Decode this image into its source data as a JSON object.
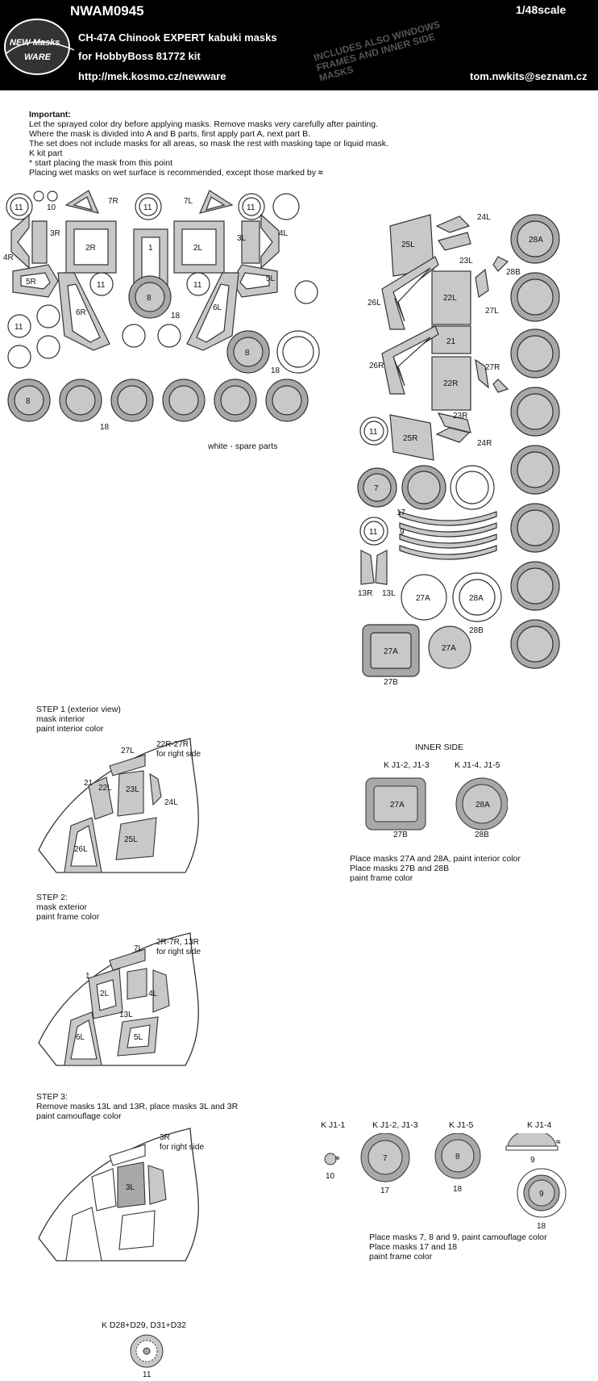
{
  "header": {
    "code": "NWAM0945",
    "scale": "1/48scale",
    "title": "CH-47A Chinook EXPERT kabuki masks",
    "kit": "for HobbyBoss 81772 kit",
    "url": "http://mek.kosmo.cz/newware",
    "email": "tom.nwkits@seznam.cz",
    "logo_line1": "NEW Masks",
    "logo_line2": "WARE",
    "stamp": [
      "INCLUDES ALSO WINDOWS",
      "FRAMES AND INNER SIDE",
      "MASKS"
    ]
  },
  "important": {
    "heading": "Important:",
    "lines": [
      "Let the sprayed color dry before applying masks. Remove masks very carefully after painting.",
      "Where the mask is divided into A and B parts, first apply part A, next part B.",
      "The set does not include masks for all areas, so mask the rest with masking tape or liquid mask.",
      "K kit part",
      "* start placing the mask from this point",
      "Placing wet masks on wet surface is recommended, except those marked by"
    ]
  },
  "spare_caption": "white - spare parts",
  "sheet_labels": {
    "l11a": "11",
    "l10": "10",
    "l7R": "7R",
    "l7L": "7L",
    "l11b": "11",
    "l11c": "11",
    "l3R": "3R",
    "l4R": "4R",
    "l2R": "2R",
    "l1": "1",
    "l2L": "2L",
    "l3L": "3L",
    "l4L": "4L",
    "l5R": "5R",
    "l11d": "11",
    "l8": "8",
    "l11e": "11",
    "l5L": "5L",
    "l11f": "11",
    "l6R": "6R",
    "l18a": "18",
    "l6L": "6L",
    "l8b": "8",
    "l18b": "18",
    "l8c": "8",
    "l18c": "18",
    "r25L": "25L",
    "r24L": "24L",
    "r28A": "28A",
    "r23L": "23L",
    "r28B": "28B",
    "r26L": "26L",
    "r22L": "22L",
    "r27L": "27L",
    "r21": "21",
    "r26R": "26R",
    "r22R": "22R",
    "r27R": "27R",
    "r23R": "23R",
    "r11": "11",
    "r25R": "25R",
    "r24R": "24R",
    "r7": "7",
    "r17": "17",
    "r11b": "11",
    "r9": "9",
    "r13R": "13R",
    "r13L": "13L",
    "r27A": "27A",
    "r28Ab": "28A",
    "r28Bb": "28B",
    "r27Ab": "27A",
    "r27B": "27B",
    "r27Ac": "27A"
  },
  "step1": {
    "title": "STEP 1 (exterior view)",
    "line1": "mask interior",
    "line2": "paint interior color",
    "labels": {
      "a": "27L",
      "b": "22R-27R",
      "c": "for right side",
      "d": "21",
      "e": "22L",
      "f": "23L",
      "g": "24L",
      "h": "25L",
      "i": "26L"
    }
  },
  "step2": {
    "title": "STEP 2:",
    "line1": "mask exterior",
    "line2": "paint frame color",
    "labels": {
      "a": "2R-7R, 13R",
      "b": "for right side",
      "c": "7L",
      "d": "1",
      "e": "2L",
      "f": "4L",
      "g": "13L",
      "h": "5L",
      "i": "6L"
    }
  },
  "step3": {
    "title": "STEP 3:",
    "line1": "Remove masks 13L and 13R, place masks 3L and 3R",
    "line2": "paint camouflage color",
    "labels": {
      "a": "3R",
      "b": "for right side",
      "c": "3L"
    }
  },
  "inner_side": {
    "title": "INNER SIDE",
    "k1": "K J1-2, J1-3",
    "k2": "K J1-4, J1-5",
    "m1": "27A",
    "m1b": "27B",
    "m2": "28A",
    "m2b": "28B",
    "notes": [
      "Place masks 27A and 28A, paint interior color",
      "Place masks 27B and 28B",
      "paint frame color"
    ]
  },
  "lights": {
    "k1": "K J1-1",
    "k2": "K J1-2, J1-3",
    "k3": "K J1-5",
    "k4": "K J1-4",
    "n10": "10",
    "n7": "7",
    "n17": "17",
    "n8": "8",
    "n18": "18",
    "n9a": "9",
    "n9b": "9",
    "n18b": "18",
    "notes": [
      "Place masks 7, 8 and 9, paint camouflage color",
      "Place masks 17 and 18",
      "paint frame color"
    ]
  },
  "bottom": {
    "k": "K D28+D29, D31+D32",
    "n": "11"
  },
  "colors": {
    "banner": "#000000",
    "mask": "#c8c8c8",
    "frame": "#a8a8a8",
    "line": "#333333"
  }
}
